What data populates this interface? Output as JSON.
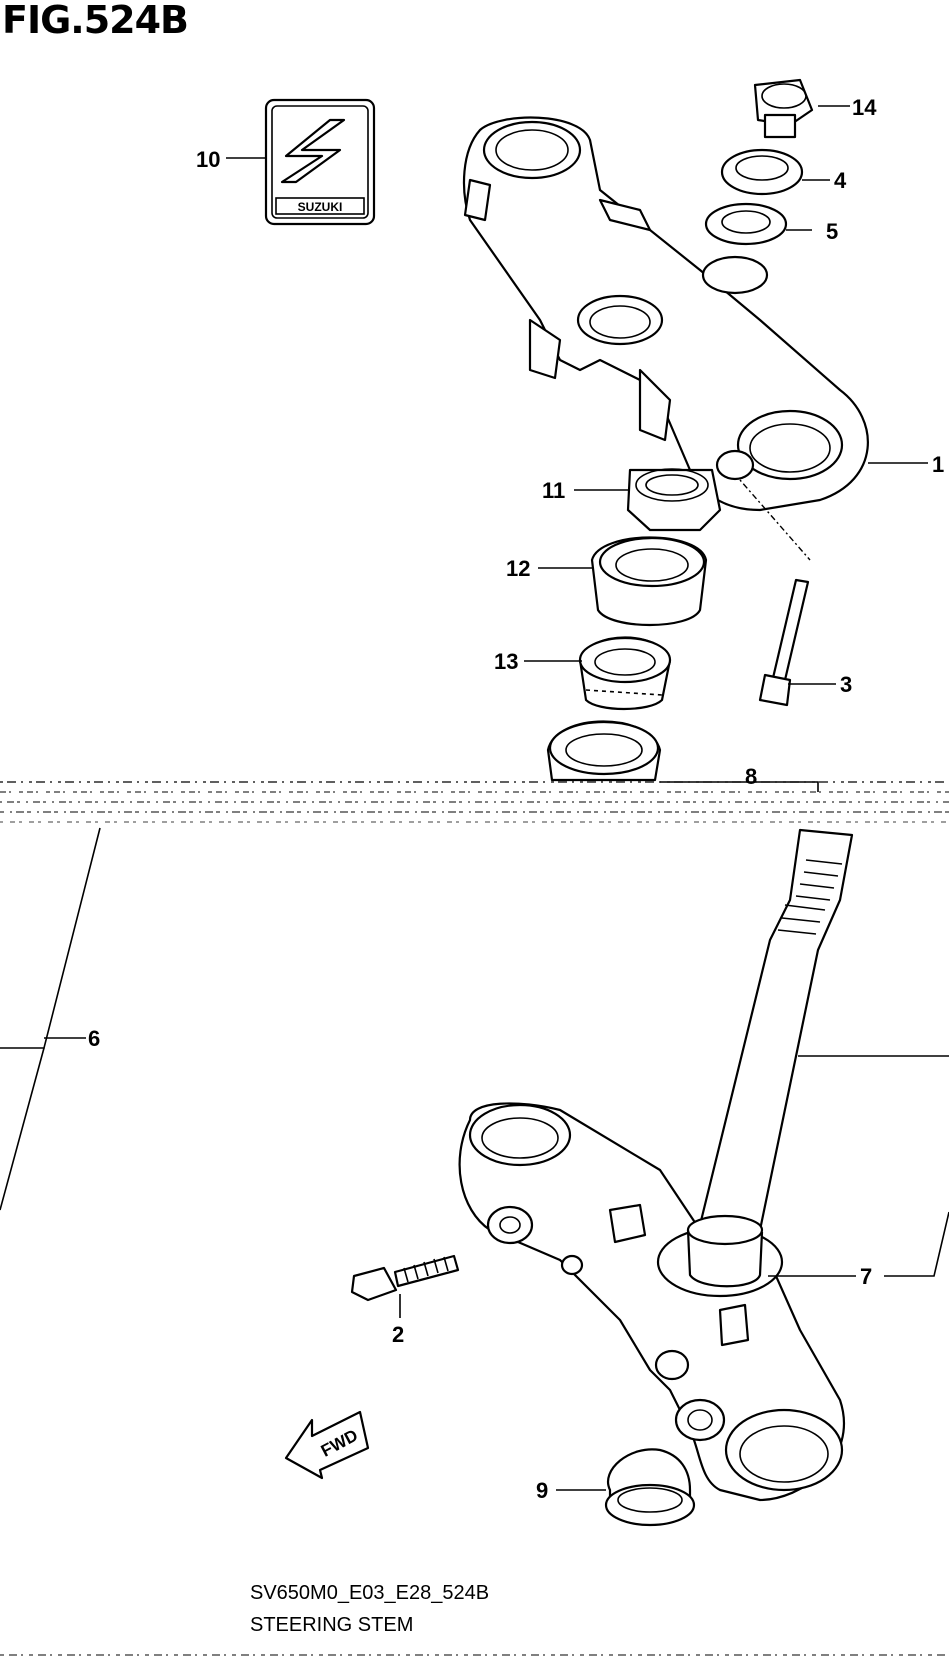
{
  "figure": {
    "title": "FIG.524B",
    "code": "SV650M0_E03_E28_524B",
    "name": "STEERING STEM"
  },
  "emblem": {
    "text": "SUZUKI"
  },
  "fwd_arrow": {
    "text": "FWD"
  },
  "callouts": {
    "c1": "1",
    "c2": "2",
    "c3": "3",
    "c4": "4",
    "c5": "5",
    "c6": "6",
    "c7": "7",
    "c8": "8",
    "c9": "9",
    "c10": "10",
    "c11": "11",
    "c12": "12",
    "c13": "13",
    "c14": "14"
  }
}
